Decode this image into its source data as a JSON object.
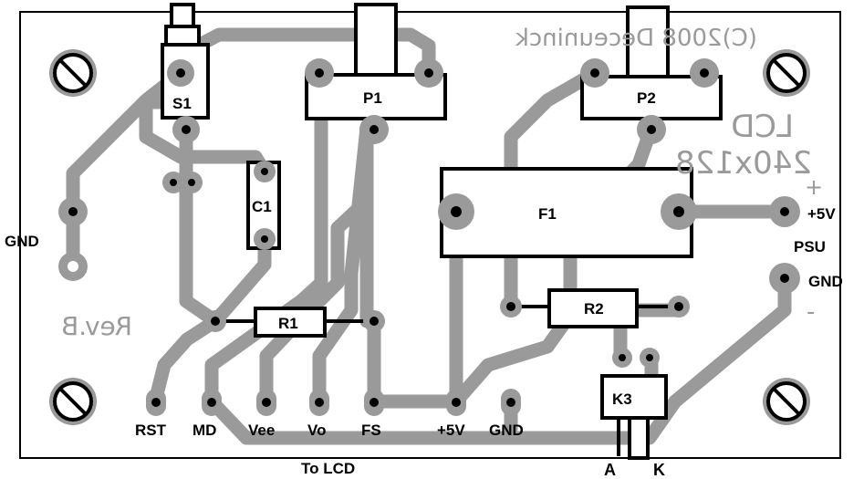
{
  "board": {
    "copyright": "(C)2008 Deceuninck",
    "lcd_line1": "LCD",
    "lcd_line2": "240x128",
    "revision": "Rev.B"
  },
  "components": {
    "s1": "S1",
    "p1": "P1",
    "p2": "P2",
    "c1": "C1",
    "f1": "F1",
    "r1": "R1",
    "r2": "R2",
    "k3": "K3"
  },
  "labels": {
    "gnd_left": "GND",
    "plus": "+",
    "minus": "-",
    "psu_plus5v": "+5V",
    "psu": "PSU",
    "psu_gnd": "GND",
    "to_lcd": "To LCD",
    "anode": "A",
    "cathode": "K"
  },
  "connector_pins": [
    "RST",
    "MD",
    "Vee",
    "Vo",
    "FS",
    "+5V",
    "GND"
  ],
  "colors": {
    "copper": "#9a9a9a",
    "silkscreen": "#000000",
    "background": "#ffffff",
    "board_outline": "#000000"
  }
}
